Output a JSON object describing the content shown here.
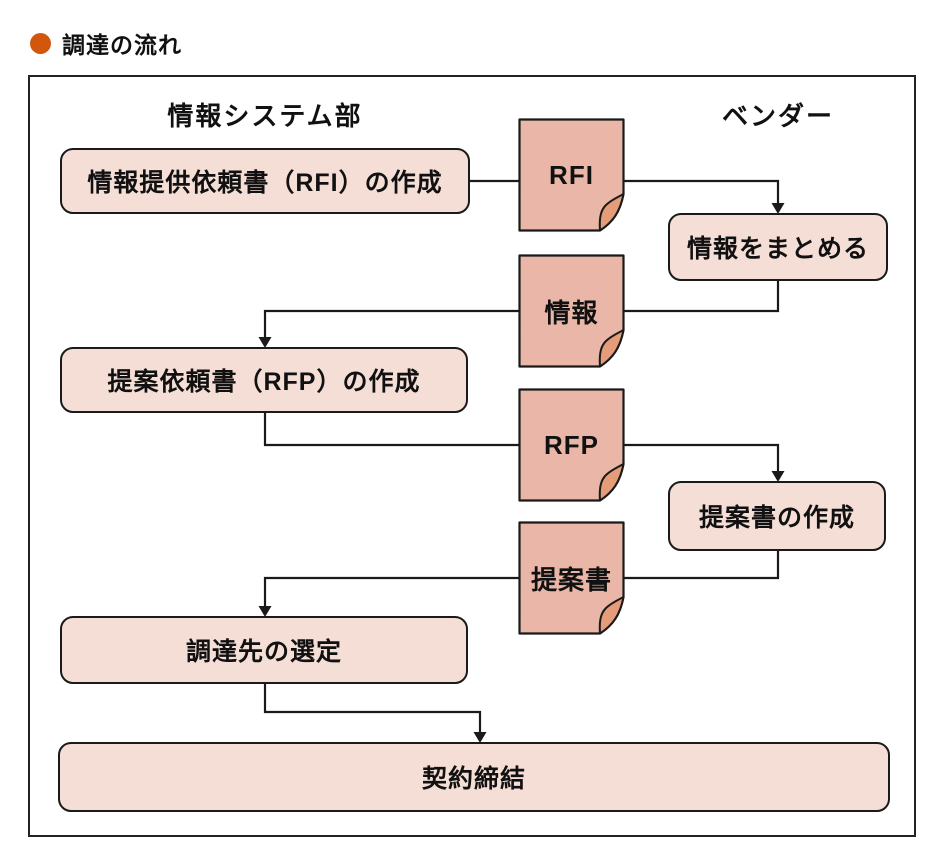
{
  "title": {
    "text": "調達の流れ"
  },
  "columns": {
    "left": "情報システム部",
    "right": "ベンダー"
  },
  "process_boxes": {
    "rfi_create": "情報提供依頼書（RFI）の作成",
    "gather_info": "情報をまとめる",
    "rfp_create": "提案依頼書（RFP）の作成",
    "proposal_create": "提案書の作成",
    "vendor_select": "調達先の選定",
    "contract": "契約締結"
  },
  "documents": [
    {
      "label": "RFI"
    },
    {
      "label": "情報"
    },
    {
      "label": "RFP"
    },
    {
      "label": "提案書"
    }
  ],
  "colors": {
    "bullet": "#d2570d",
    "process_fill": "#f5ded6",
    "document_fill": "#e9b6a7",
    "curl_fill": "#e59c79",
    "line": "#1a1a1a"
  }
}
